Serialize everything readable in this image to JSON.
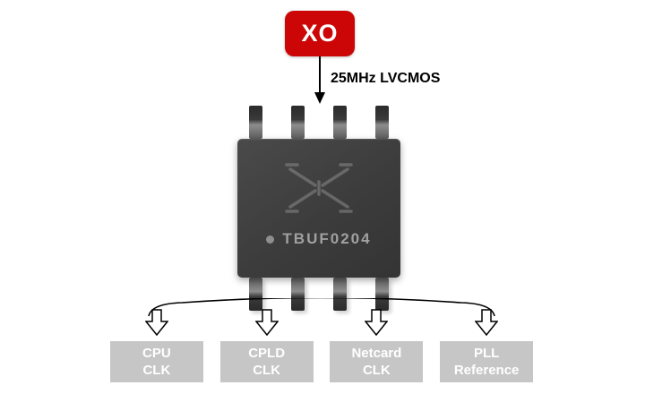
{
  "diagram": {
    "source_label": "XO",
    "signal_label": "25MHz LVCMOS",
    "chip_part_number": "TBUF0204",
    "outputs": [
      {
        "line1": "CPU",
        "line2": "CLK"
      },
      {
        "line1": "CPLD",
        "line2": "CLK"
      },
      {
        "line1": "Netcard",
        "line2": "CLK"
      },
      {
        "line1": "PLL",
        "line2": "Reference"
      }
    ],
    "colors": {
      "source_background": "#cc0606",
      "source_text": "#ffffff",
      "chip_body": "#3c3c3c",
      "chip_marking_text": "#a0a0a0",
      "output_box_background": "#c6c6c6",
      "output_box_text": "#ffffff",
      "arrow_stroke": "#000000"
    }
  }
}
